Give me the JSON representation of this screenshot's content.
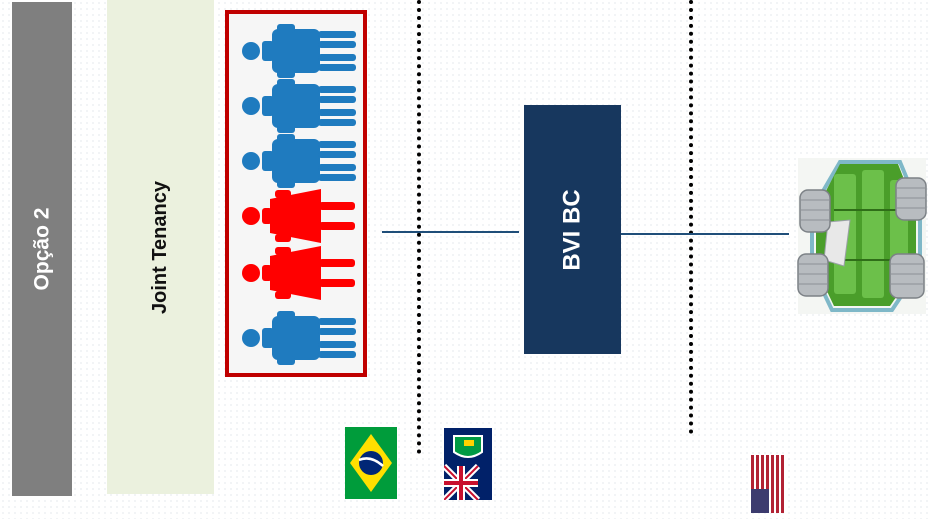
{
  "option_label": "Opção 2",
  "tenancy_label": "Joint Tenancy",
  "company_label": "BVI BC",
  "owners": [
    {
      "icon": "male-person-icon",
      "color": "#1f7bbf"
    },
    {
      "icon": "male-person-icon",
      "color": "#1f7bbf"
    },
    {
      "icon": "male-person-icon",
      "color": "#1f7bbf"
    },
    {
      "icon": "female-person-icon",
      "color": "#ff0000"
    },
    {
      "icon": "female-person-icon",
      "color": "#ff0000"
    },
    {
      "icon": "male-person-icon",
      "color": "#1f7bbf"
    }
  ],
  "asset_icon": "vehicle-icon",
  "flags": [
    "brazil-flag-icon",
    "british-virgin-islands-flag-icon",
    "usa-flag-icon"
  ],
  "colors": {
    "option_bar": "#7f7f7f",
    "tenancy_bar": "#ebf1de",
    "company_box": "#17375e",
    "owners_border": "#c00000",
    "connector": "#1f4e79"
  }
}
